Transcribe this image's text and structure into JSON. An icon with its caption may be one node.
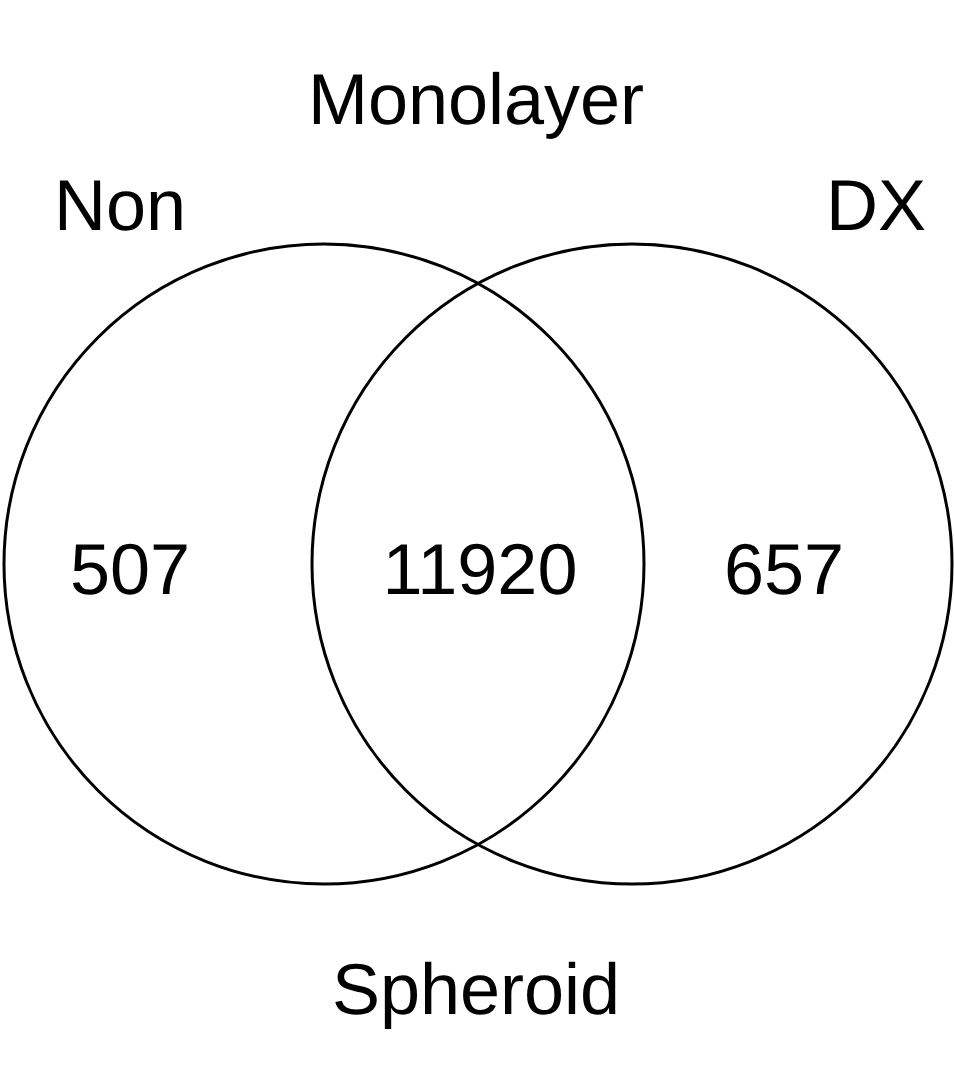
{
  "diagram": {
    "title": "Monolayer",
    "caption": "Spheroid",
    "nodes": [
      {
        "text": [
          "Non",
          "507"
        ]
      },
      {
        "text": [
          "DX",
          "657"
        ]
      }
    ],
    "labels": [
      "11920"
    ]
  }
}
